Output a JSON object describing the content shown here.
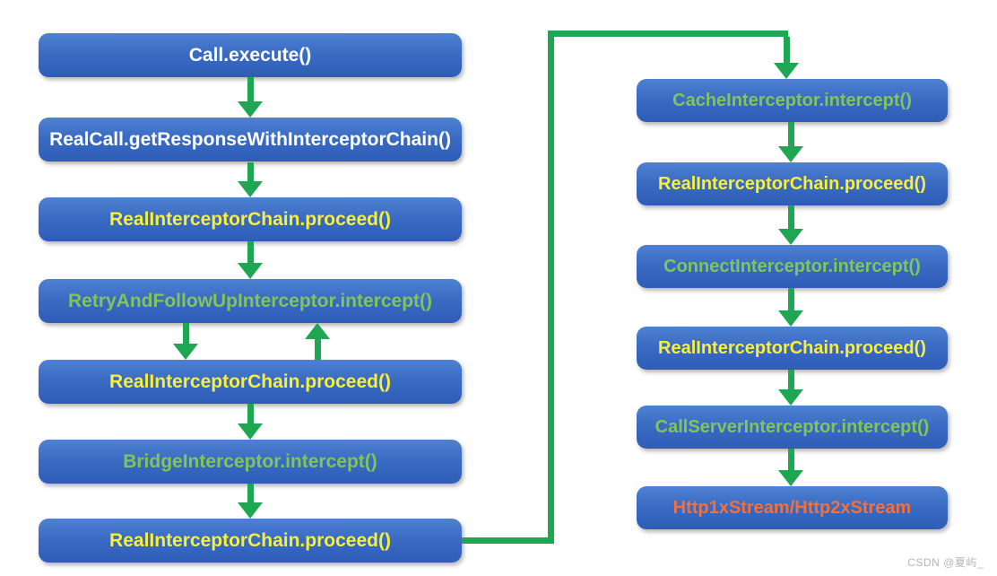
{
  "diagram": {
    "left_column": {
      "nodes": [
        {
          "label": "Call.execute()",
          "color": "white"
        },
        {
          "label": "RealCall.getResponseWithInterceptorChain()",
          "color": "white"
        },
        {
          "label": "RealInterceptorChain.proceed()",
          "color": "yellow"
        },
        {
          "label": "RetryAndFollowUpInterceptor.intercept()",
          "color": "green"
        },
        {
          "label": "RealInterceptorChain.proceed()",
          "color": "yellow"
        },
        {
          "label": "BridgeInterceptor.intercept()",
          "color": "green"
        },
        {
          "label": "RealInterceptorChain.proceed()",
          "color": "yellow"
        }
      ]
    },
    "right_column": {
      "nodes": [
        {
          "label": "CacheInterceptor.intercept()",
          "color": "green"
        },
        {
          "label": "RealInterceptorChain.proceed()",
          "color": "yellow"
        },
        {
          "label": "ConnectInterceptor.intercept()",
          "color": "green"
        },
        {
          "label": "RealInterceptorChain.proceed()",
          "color": "yellow"
        },
        {
          "label": "CallServerInterceptor.intercept()",
          "color": "green"
        },
        {
          "label": "Http1xStream/Http2xStream",
          "color": "orange"
        }
      ]
    },
    "colors": {
      "box_gradient_top": "#4e82d2",
      "box_gradient_bottom": "#2e5cb6",
      "arrow_green": "#1fa653",
      "text_white": "#ffffff",
      "text_yellow": "#f8ee3d",
      "text_green": "#82c45c",
      "text_orange": "#f4703a",
      "watermark_gray": "#b5b5b5"
    },
    "watermark": "CSDN @夏屿_"
  }
}
